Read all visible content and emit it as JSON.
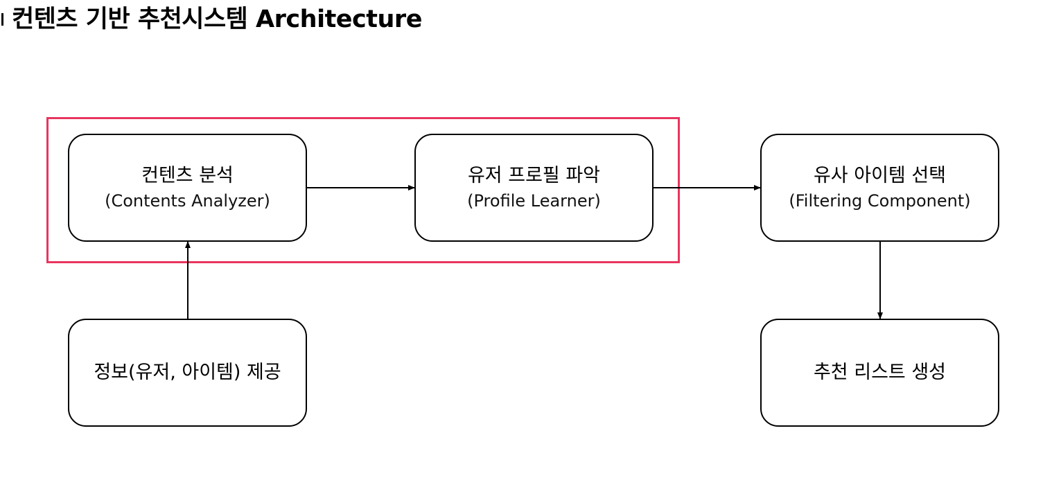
{
  "title": {
    "text": "컨텐츠 기반 추천시스템 Architecture"
  },
  "colors": {
    "highlight_border": "#e8355f",
    "node_border": "#000000",
    "background": "#ffffff"
  },
  "diagram": {
    "nodes": [
      {
        "id": "contents-analyzer",
        "main": "컨텐츠 분석",
        "sub": "(Contents Analyzer)"
      },
      {
        "id": "profile-learner",
        "main": "유저 프로필 파악",
        "sub": "(Profile Learner)"
      },
      {
        "id": "filtering-component",
        "main": "유사 아이템 선택",
        "sub": "(Filtering Component)"
      },
      {
        "id": "info-provider",
        "main": "정보(유저, 아이템) 제공",
        "sub": ""
      },
      {
        "id": "recommendation-list",
        "main": "추천 리스트 생성",
        "sub": ""
      }
    ],
    "edges": [
      {
        "from": "contents-analyzer",
        "to": "profile-learner"
      },
      {
        "from": "profile-learner",
        "to": "filtering-component"
      },
      {
        "from": "info-provider",
        "to": "contents-analyzer"
      },
      {
        "from": "filtering-component",
        "to": "recommendation-list"
      }
    ]
  }
}
